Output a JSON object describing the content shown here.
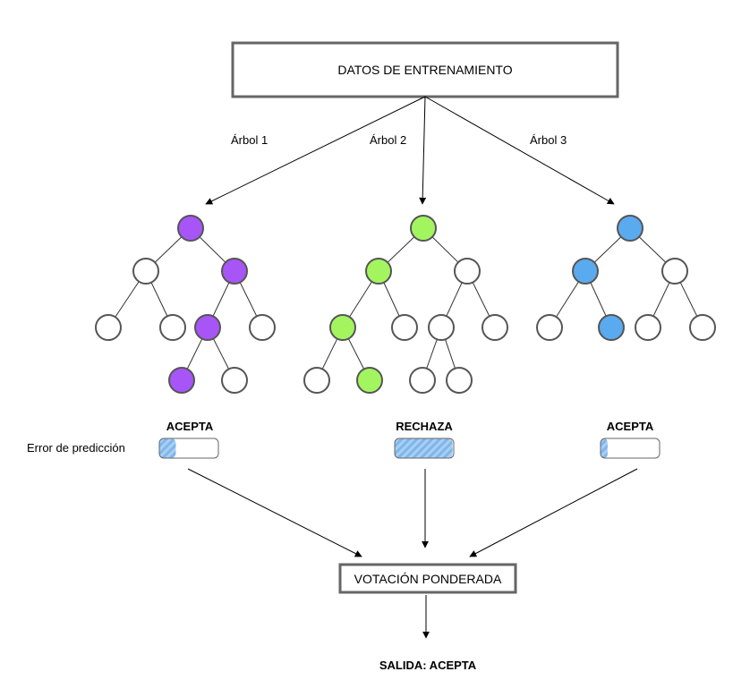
{
  "header": {
    "title": "DATOS DE ENTRENAMIENTO"
  },
  "trees": [
    {
      "label": "Árbol 1",
      "decision": "ACEPTA",
      "error": 0.28,
      "highlight": "#a855f7"
    },
    {
      "label": "Árbol 2",
      "decision": "RECHAZA",
      "error": 0.98,
      "highlight": "#a3f560"
    },
    {
      "label": "Árbol 3",
      "decision": "ACEPTA",
      "error": 0.12,
      "highlight": "#5aaaf0"
    }
  ],
  "error_label": "Error de predicción",
  "voting": {
    "label": "VOTACIÓN PONDERADA"
  },
  "output": {
    "label": "SALIDA: ACEPTA"
  },
  "colors": {
    "node_default": "#ffffff",
    "bar_fill": "#7fb6ec",
    "bar_border": "#666666"
  }
}
